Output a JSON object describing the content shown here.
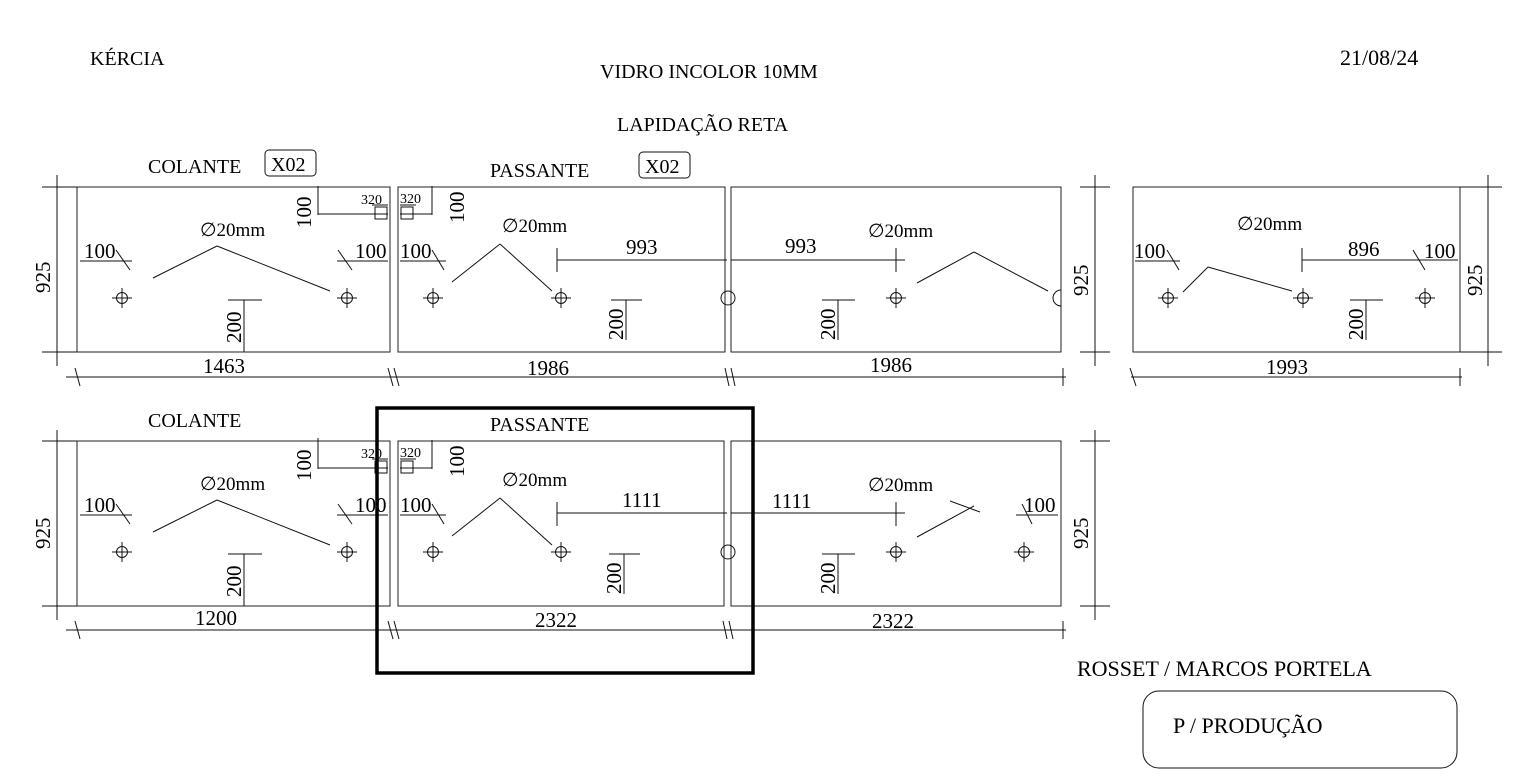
{
  "header": {
    "client": "KÉRCIA",
    "glass": "VIDRO INCOLOR 10MM",
    "finish": "LAPIDAÇÃO RETA",
    "date": "21/08/24"
  },
  "labels": {
    "colante": "COLANTE",
    "passante": "PASSANTE",
    "qty": "X02"
  },
  "dims": {
    "height": "925",
    "edge": "100",
    "drop": "200",
    "notch": "320",
    "hole": "∅20mm",
    "row1": {
      "w1": "1463",
      "w2": "1986",
      "w3": "1986",
      "w4": "1993",
      "d993": "993",
      "d896": "896"
    },
    "row2": {
      "w1": "1200",
      "w2": "2322",
      "w3": "2322",
      "d1111": "1111"
    }
  },
  "footer": {
    "client": "ROSSET / MARCOS PORTELA",
    "stamp": "P / PRODUÇÃO"
  }
}
